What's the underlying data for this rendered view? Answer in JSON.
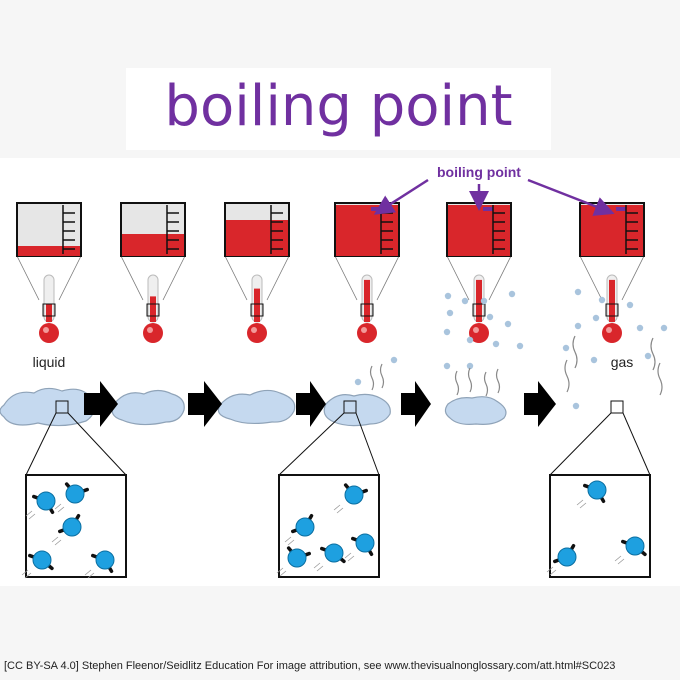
{
  "title": "boiling point",
  "callout_label": "boiling point",
  "state_labels": {
    "liquid": "liquid",
    "gas": "gas"
  },
  "thermometer_levels": [
    0.18,
    0.42,
    0.68,
    0.97,
    0.97,
    0.97
  ],
  "colors": {
    "title": "#7030a0",
    "liquid_red": "#d9262b",
    "molecule_blue": "#1ea0e0",
    "vapor_dot": "#a9c4dd",
    "puddle": "#c5d9ef"
  },
  "attribution": "[CC BY-SA 4.0] Stephen Fleenor/Seidlitz Education For image attribution, see www.thevisualnonglossary.com/att.html#SC023"
}
